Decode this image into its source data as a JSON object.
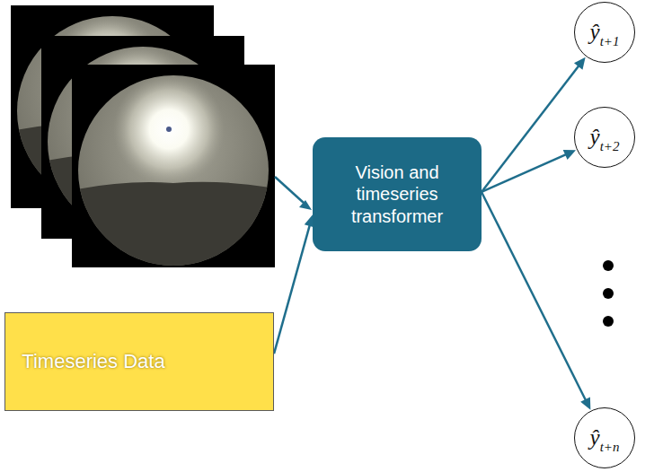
{
  "diagram": {
    "nodes": [
      {
        "text": [
          "Timeseries Data"
        ]
      },
      {
        "text": [
          "Vision and timeseries transformer"
        ]
      },
      {
        "text": [
          "ŷ",
          "t+1"
        ]
      },
      {
        "text": [
          "ŷ",
          "t+2"
        ]
      },
      {
        "text": [
          "ŷ",
          "t+n"
        ]
      }
    ],
    "edges": [
      {
        "from": 0,
        "to": 1,
        "arrow": "to"
      },
      {
        "from": 1,
        "to": 2,
        "arrow": "to"
      },
      {
        "from": 1,
        "to": 3,
        "arrow": "to"
      },
      {
        "from": 1,
        "to": 4,
        "arrow": "to"
      }
    ]
  }
}
